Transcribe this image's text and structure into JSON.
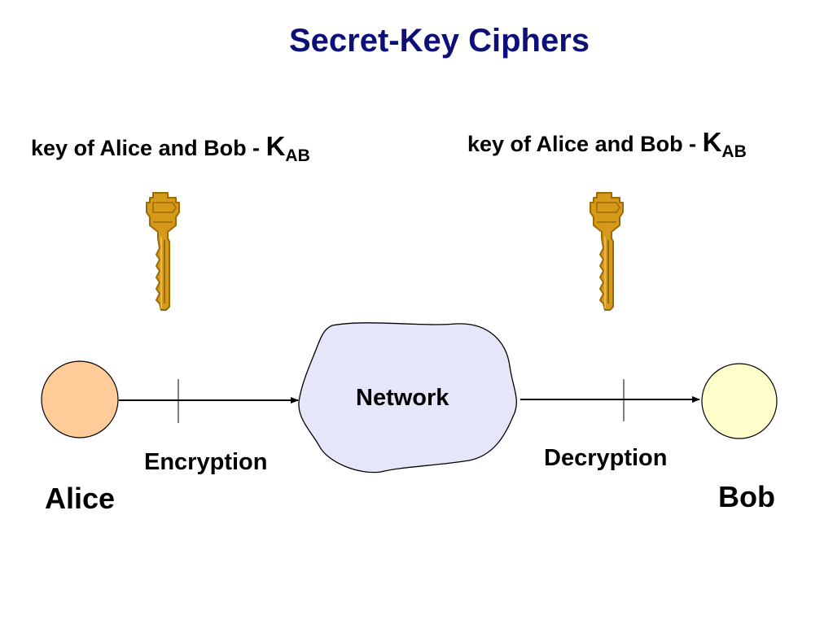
{
  "title": "Secret-Key Ciphers",
  "key_labels": {
    "left": {
      "text": "key of Alice and Bob - ",
      "symbol": "K",
      "subscript": "AB"
    },
    "right": {
      "text": "key of Alice and Bob - ",
      "symbol": "K",
      "subscript": "AB"
    }
  },
  "network": {
    "label": "Network"
  },
  "links": {
    "left": "Encryption",
    "right": "Decryption"
  },
  "nodes": {
    "left": "Alice",
    "right": "Bob"
  },
  "colors": {
    "title": "#0d1076",
    "alice_fill": "#ffcc99",
    "bob_fill": "#ffffcc",
    "network_fill": "#e6e6fa",
    "key_gold": "#d69a1a",
    "key_dark": "#9b6a08"
  },
  "icons": {
    "key": "key-icon"
  }
}
